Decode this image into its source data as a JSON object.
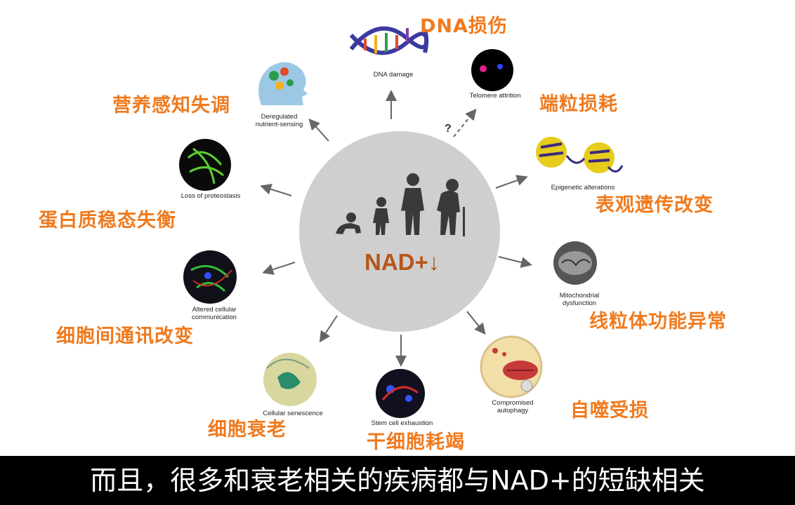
{
  "center": {
    "label": "NAD+↓"
  },
  "hallmarks": [
    {
      "id": "dna",
      "en": "DNA damage",
      "cn": "DNA损伤"
    },
    {
      "id": "telomere",
      "en": "Telomere attrition",
      "cn": "端粒损耗",
      "marker": "?"
    },
    {
      "id": "epigenetic",
      "en": "Epigenetic alterations",
      "cn": "表观遗传改变"
    },
    {
      "id": "mito",
      "en": "Mitochondrial dysfunction",
      "en_line1": "Mitochondrial",
      "en_line2": "dysfunction",
      "cn": "线粒体功能异常"
    },
    {
      "id": "autophagy",
      "en": "Compromised autophagy",
      "en_line1": "Compromised",
      "en_line2": "autophagy",
      "cn": "自噬受损"
    },
    {
      "id": "stem",
      "en": "Stem cell exhaustion",
      "cn": "干细胞耗竭"
    },
    {
      "id": "senescence",
      "en": "Cellular senescence",
      "cn": "细胞衰老"
    },
    {
      "id": "communication",
      "en": "Altered cellular communication",
      "en_line1": "Altered cellular",
      "en_line2": "communication",
      "cn": "细胞间通讯改变"
    },
    {
      "id": "proteostasis",
      "en": "Loss of proteostasis",
      "cn": "蛋白质稳态失衡"
    },
    {
      "id": "nutrient",
      "en": "Deregulated nutrient-sensing",
      "en_line1": "Deregulated",
      "en_line2": "nutrient-sensing",
      "cn": "营养感知失调"
    }
  ],
  "caption": "而且，很多和衰老相关的疾病都与NAD+的短缺相关",
  "colors": {
    "accent": "#f07a1e",
    "center_circle": "#cfcfcf",
    "caption_bg": "#000000",
    "nad_text": "#b5561a"
  }
}
